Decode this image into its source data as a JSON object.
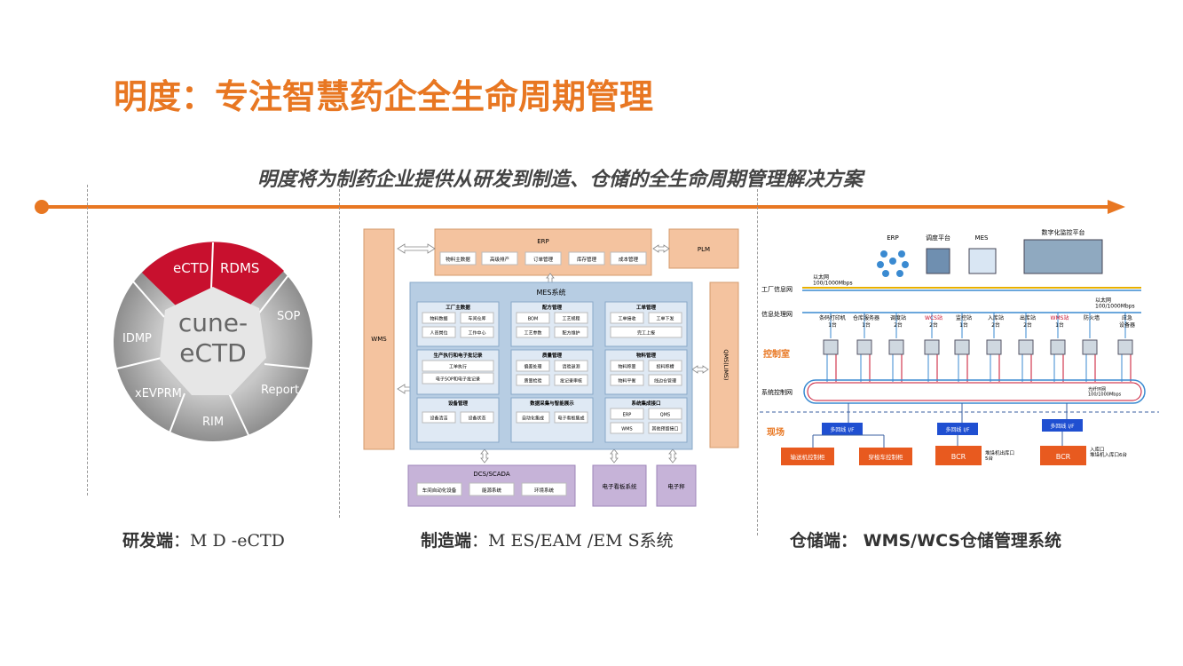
{
  "title": "明度：专注智慧药企全生命周期管理",
  "subtitle": "明度将为制药企业提供从研发到制造、仓储的全生命周期管理解决方案",
  "colors": {
    "accent": "#e87722",
    "red": "#c8102e",
    "mes_blue": "#b7cde3",
    "peach": "#f4c39f",
    "purple": "#c6b3d8"
  },
  "ectd_wheel": {
    "center_line1": "cune-",
    "center_line2": "eCTD",
    "segments": [
      "eCTD",
      "RDMS",
      "SOP",
      "Report",
      "RIM",
      "xEVPRM",
      "IDMP"
    ]
  },
  "mes_diagram": {
    "wms": "WMS",
    "erp": {
      "label": "ERP",
      "items": [
        "物料主数据",
        "高级排产",
        "订单管理",
        "库存管理",
        "成本管理"
      ]
    },
    "plm": "PLM",
    "qms": "QMS(LIMS)",
    "mes": {
      "label": "MES系统",
      "modules": [
        {
          "title": "工厂主数据",
          "items": [
            "物料数据",
            "车间仓库",
            "人员岗位",
            "工作中心"
          ]
        },
        {
          "title": "配方管理",
          "items": [
            "BOM",
            "工艺规程",
            "工艺参数",
            "配方维护"
          ]
        },
        {
          "title": "工单管理",
          "items": [
            "工单接收",
            "工单下发",
            "完工上报"
          ]
        },
        {
          "title": "生产执行和电子批记录",
          "items": [
            "工单执行",
            "电子SOP和电子批记录"
          ]
        },
        {
          "title": "质量管理",
          "items": [
            "偏差处理",
            "请验退测",
            "质量检验",
            "批记录审核"
          ]
        },
        {
          "title": "物料管理",
          "items": [
            "物料称量",
            "投料称槽",
            "物料平衡",
            "线边仓管理"
          ]
        },
        {
          "title": "设备管理",
          "items": [
            "设备清洁",
            "设备状态"
          ]
        },
        {
          "title": "数据采集与智能展示",
          "items": [
            "自动化集成",
            "电子看板集成"
          ]
        },
        {
          "title": "系统集成接口",
          "items": [
            "ERP",
            "QMS",
            "WMS",
            "其他预留接口"
          ]
        }
      ]
    },
    "dcs": {
      "label": "DCS/SCADA",
      "items": [
        "车间自动化设备",
        "能源系统",
        "环境系统"
      ]
    },
    "board": "电子看板系统",
    "scale": "电子秤"
  },
  "wms_diagram": {
    "top_icons": [
      "ERP",
      "调度平台",
      "MES",
      "数字化监控平台"
    ],
    "factory_net": "工厂信息网",
    "eth_top": "以太网\n100/1000Mbps",
    "eth_right": "以太网\n100/1000Mbps",
    "info_net": "信息处理网",
    "ctrl_room": "控制室",
    "stations": [
      "条码打印机\n1台",
      "仓库服务器\n1台",
      "调度站\n2台",
      "WCS站\n2台",
      "监控站\n1台",
      "入库站\n2台",
      "出库站\n2台",
      "WMS站\n1台",
      "防火墙",
      "应急\n设备器"
    ],
    "ctrl_net": "系统控制网",
    "ring": "光纤环网\n100/1000Mbps",
    "site": "现场",
    "multi": [
      "多回线 I/F",
      "多回线 I/F",
      "多回线 I/F"
    ],
    "boxes": [
      "输送机控制柜",
      "穿梭车控制柜",
      "BCR",
      "BCR"
    ],
    "notes": [
      "堆垛机出库口\n5台",
      "入库口\n堆垛机入库口6台"
    ]
  },
  "captions": {
    "rd_label": "研发端",
    "rd_value": "：M D -eCTD",
    "mfg_label": "制造端",
    "mfg_value": "：M ES/EAM /EM S系统",
    "wh_label": "仓储端",
    "wh_value": "： WMS/WCS仓储管理系统"
  }
}
